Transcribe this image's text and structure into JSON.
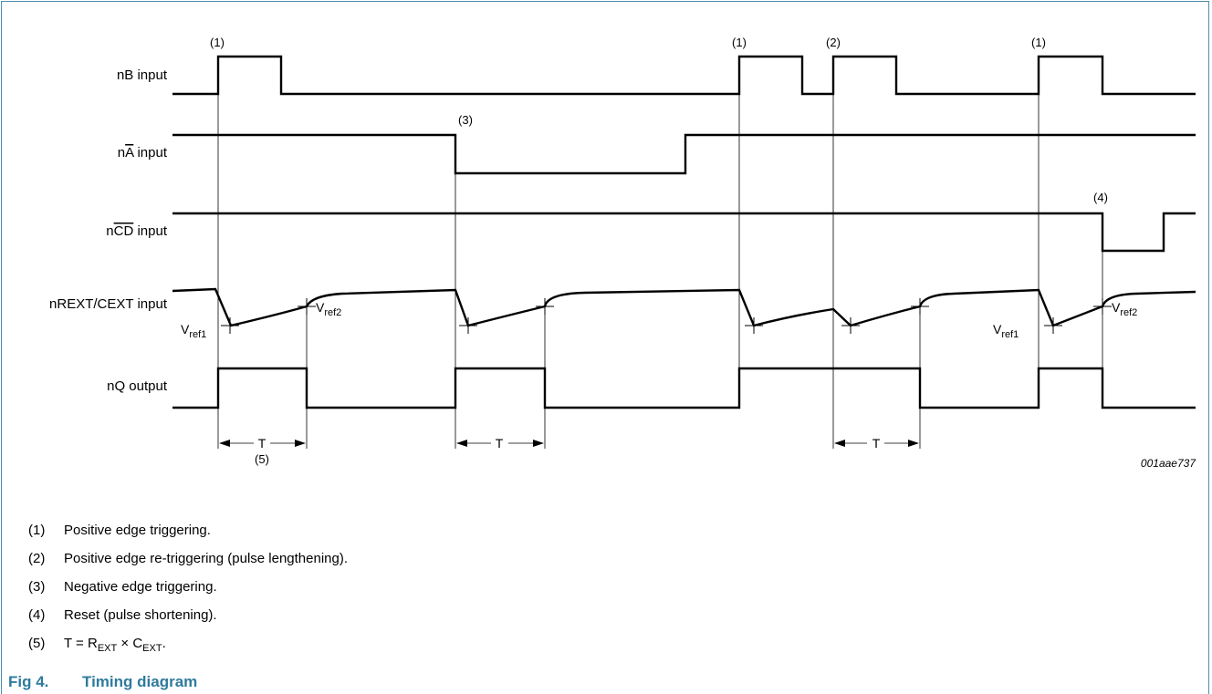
{
  "signals": {
    "nb": "nB input",
    "na_pre": "n",
    "na_bar": "A",
    "na_post": " input",
    "ncd_pre": "n",
    "ncd_bar": "CD",
    "ncd_post": " input",
    "rext": "nREXT/CEXT input",
    "nq": "nQ output"
  },
  "annotations": {
    "one": "(1)",
    "two": "(2)",
    "three": "(3)",
    "four": "(4)",
    "five": "(5)"
  },
  "t_label": "T",
  "vref": {
    "v": "V",
    "ref1": "ref1",
    "ref2": "ref2"
  },
  "figure_id": "001aae737",
  "notes": [
    {
      "num": "(1)",
      "text": "Positive edge triggering."
    },
    {
      "num": "(2)",
      "text": "Positive edge re-triggering (pulse lengthening)."
    },
    {
      "num": "(3)",
      "text": "Negative edge triggering."
    },
    {
      "num": "(4)",
      "text": "Reset (pulse shortening)."
    },
    {
      "num": "(5)",
      "pre": "T = R",
      "sub1": "EXT",
      "mid": " × C",
      "sub2": "EXT",
      "post": "."
    }
  ],
  "caption": {
    "number": "Fig 4.",
    "title": "Timing diagram"
  }
}
